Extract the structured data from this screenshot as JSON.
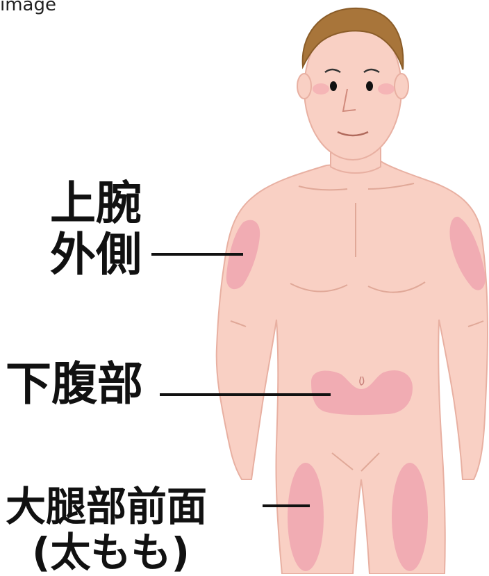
{
  "header": {
    "text": "image"
  },
  "labels": {
    "upper_arm_line1": "上腕",
    "upper_arm_line2": "外側",
    "lower_abdomen": "下腹部",
    "thigh_line1": "大腿部前面",
    "thigh_line2": "(太もも)"
  },
  "colors": {
    "skin": "#f9d0c4",
    "skin_outline": "#e8b0a2",
    "injection_area": "#f0a6b0",
    "hair": "#a8753a",
    "line": "#111111"
  }
}
